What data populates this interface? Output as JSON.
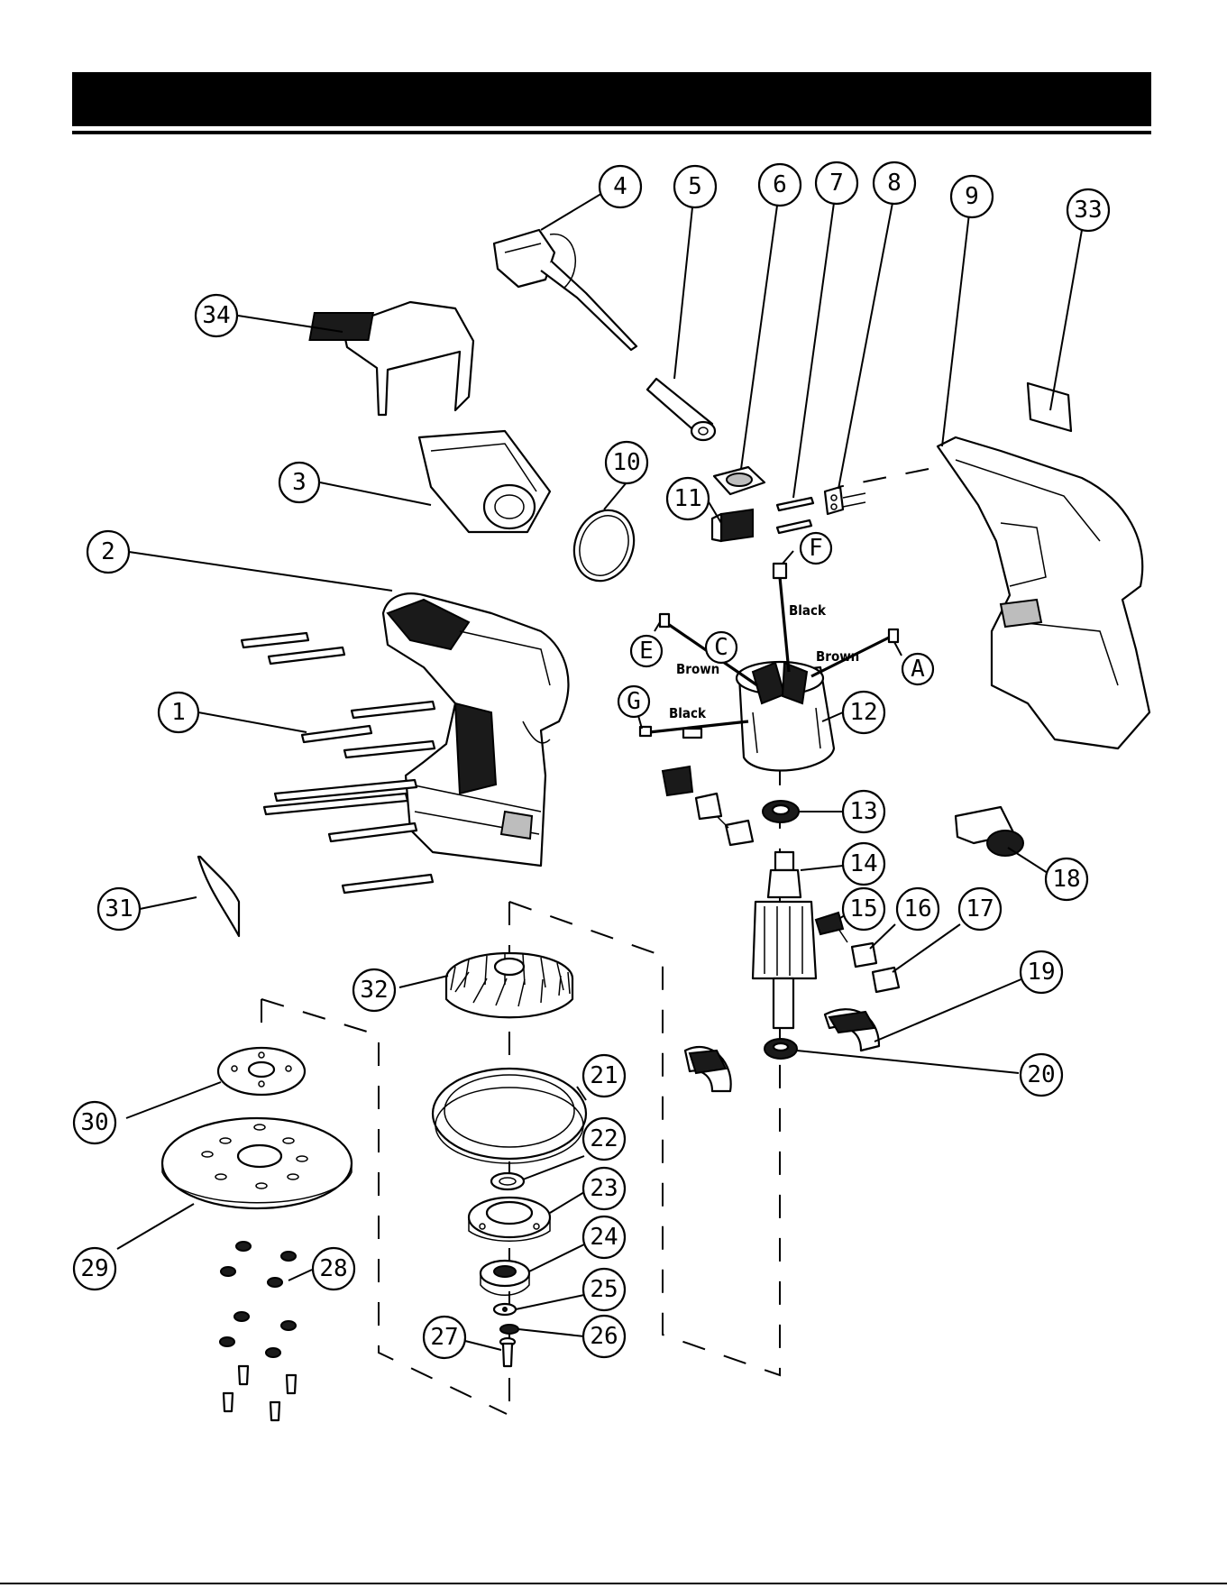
{
  "header": {
    "title": ""
  },
  "callouts": [
    {
      "label": "1"
    },
    {
      "label": "2"
    },
    {
      "label": "3"
    },
    {
      "label": "4"
    },
    {
      "label": "5"
    },
    {
      "label": "6"
    },
    {
      "label": "7"
    },
    {
      "label": "8"
    },
    {
      "label": "9"
    },
    {
      "label": "10"
    },
    {
      "label": "11"
    },
    {
      "label": "12"
    },
    {
      "label": "13"
    },
    {
      "label": "14"
    },
    {
      "label": "15"
    },
    {
      "label": "16"
    },
    {
      "label": "17"
    },
    {
      "label": "18"
    },
    {
      "label": "19"
    },
    {
      "label": "20"
    },
    {
      "label": "21"
    },
    {
      "label": "22"
    },
    {
      "label": "23"
    },
    {
      "label": "24"
    },
    {
      "label": "25"
    },
    {
      "label": "26"
    },
    {
      "label": "27"
    },
    {
      "label": "28"
    },
    {
      "label": "29"
    },
    {
      "label": "30"
    },
    {
      "label": "31"
    },
    {
      "label": "32"
    },
    {
      "label": "33"
    },
    {
      "label": "34"
    }
  ],
  "terminals": [
    {
      "label": "A"
    },
    {
      "label": "C"
    },
    {
      "label": "E"
    },
    {
      "label": "F"
    },
    {
      "label": "G"
    }
  ],
  "wires": {
    "black_top": "Black",
    "brown_left": "Brown",
    "brown_right": "Brown",
    "black_left": "Black"
  }
}
